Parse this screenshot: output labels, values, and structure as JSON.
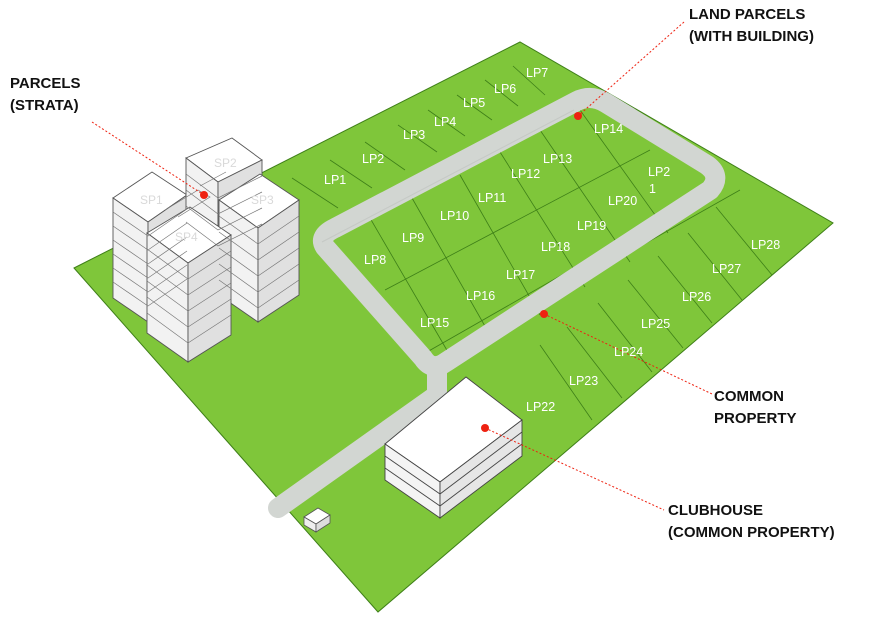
{
  "callouts": {
    "parcels_strata": [
      "PARCELS",
      "(STRATA)"
    ],
    "land_parcels": [
      "LAND PARCELS",
      "(WITH BUILDING)"
    ],
    "common_property": [
      "COMMON",
      "PROPERTY"
    ],
    "clubhouse": [
      "CLUBHOUSE",
      "(COMMON PROPERTY)"
    ]
  },
  "land_parcels": [
    "LP1",
    "LP2",
    "LP3",
    "LP4",
    "LP5",
    "LP6",
    "LP7",
    "LP8",
    "LP9",
    "LP10",
    "LP11",
    "LP12",
    "LP13",
    "LP14",
    "LP15",
    "LP16",
    "LP17",
    "LP18",
    "LP19",
    "LP20",
    "LP2\n1",
    "LP22",
    "LP23",
    "LP24",
    "LP25",
    "LP26",
    "LP27",
    "LP28"
  ],
  "strata_parcels": [
    "SP1",
    "SP2",
    "SP3",
    "SP4"
  ],
  "colors": {
    "grass": "#7fc63a",
    "grass_edge": "#3e7f18",
    "road": "#d2d6d2",
    "building": "#ffffff",
    "marker": "#ee2211",
    "leader": "#ee2211"
  }
}
